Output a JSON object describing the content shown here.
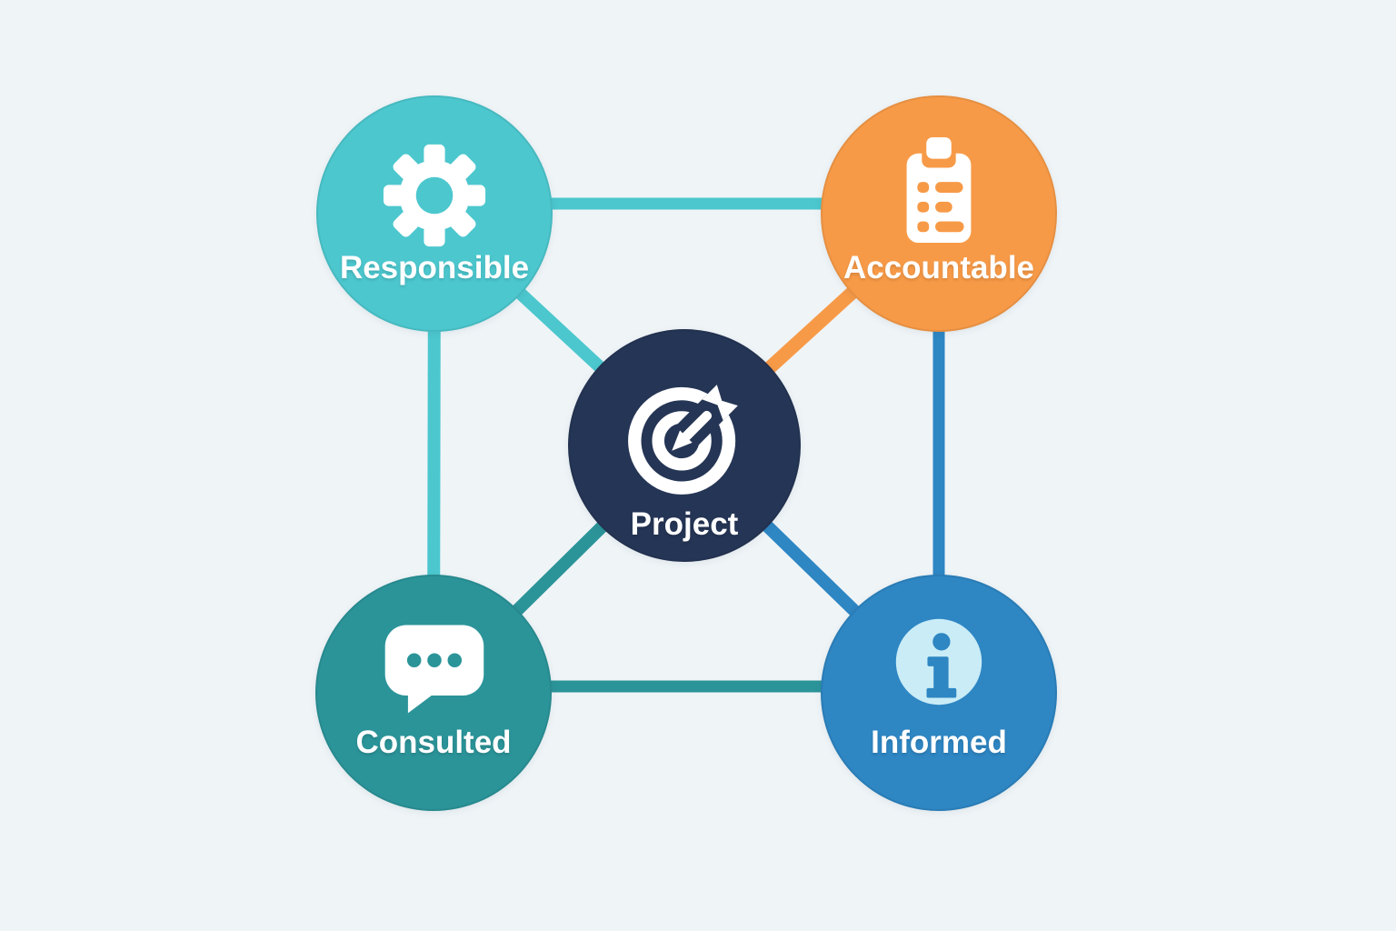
{
  "background": "#eff4f7",
  "diagram_type": "RACI project roles diagram",
  "nodes": {
    "responsible": {
      "label": "Responsible",
      "color": "#4cc7ce",
      "icon": "gear-icon"
    },
    "accountable": {
      "label": "Accountable",
      "color": "#f79a47",
      "icon": "clipboard-icon"
    },
    "project": {
      "label": "Project",
      "color": "#253555",
      "icon": "target-icon"
    },
    "consulted": {
      "label": "Consulted",
      "color": "#2b9499",
      "icon": "speech-bubble-icon"
    },
    "informed": {
      "label": "Informed",
      "color": "#2e86c3",
      "icon": "info-icon",
      "icon_bg": "#c9ecf6"
    }
  },
  "edges": [
    {
      "from": "responsible",
      "to": "accountable",
      "color": "#4cc7ce"
    },
    {
      "from": "consulted",
      "to": "informed",
      "color": "#2b9499"
    },
    {
      "from": "responsible",
      "to": "consulted",
      "color": "#4cc7ce"
    },
    {
      "from": "accountable",
      "to": "informed",
      "color": "#2e86c3"
    },
    {
      "from": "responsible",
      "to": "project",
      "color": "#4cc7ce"
    },
    {
      "from": "accountable",
      "to": "project",
      "color": "#f79a47"
    },
    {
      "from": "consulted",
      "to": "project",
      "color": "#2b9499"
    },
    {
      "from": "informed",
      "to": "project",
      "color": "#2e86c3"
    }
  ]
}
